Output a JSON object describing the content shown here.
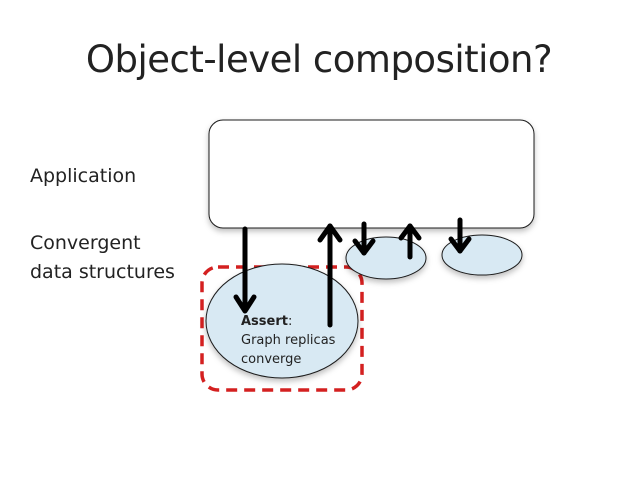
{
  "title": "Object-level composition?",
  "labels": {
    "application": "Application",
    "convergent_line1": "Convergent",
    "convergent_line2": "data structures"
  },
  "assertion": {
    "heading": "Assert",
    "heading_suffix": ":",
    "line1": "Graph replicas",
    "line2": "converge"
  },
  "colors": {
    "ellipse_fill": "#d8e9f3",
    "dashed_border": "#d42020",
    "arrow": "#000000"
  }
}
